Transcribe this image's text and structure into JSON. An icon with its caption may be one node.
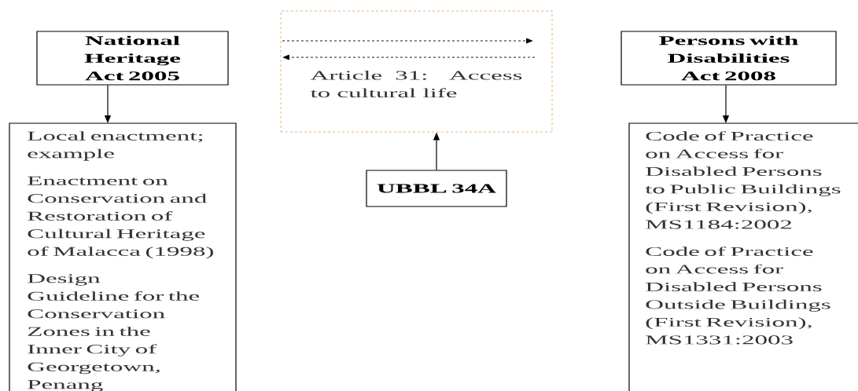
{
  "diagram": {
    "nodes": [
      {
        "text": [
          "National Heritage Act 2005"
        ]
      },
      {
        "text": [
          "Local enactment; example",
          "Enactment on Conservation and Restoration of Cultural Heritage of Malacca (1998)",
          "Design Guideline for the Conservation Zones in the Inner City of Georgetown, Penang"
        ]
      },
      {
        "text": [
          "Article 31: Access to cultural life"
        ]
      },
      {
        "text": [
          "UBBL 34A"
        ]
      },
      {
        "text": [
          "Persons with Disabilities Act 2008"
        ]
      },
      {
        "text": [
          "Code of Practice on Access for Disabled Persons to Public Buildings (First Revision), MS1184:2002",
          "Code of Practice on Access for Disabled Persons Outside Buildings (First Revision), MS1331:2003"
        ]
      }
    ],
    "edges": [
      {
        "from": 0,
        "to": 1,
        "arrow": "to"
      },
      {
        "from": 4,
        "to": 5,
        "arrow": "to"
      },
      {
        "from": 3,
        "to": 2,
        "arrow": "to"
      }
    ]
  }
}
